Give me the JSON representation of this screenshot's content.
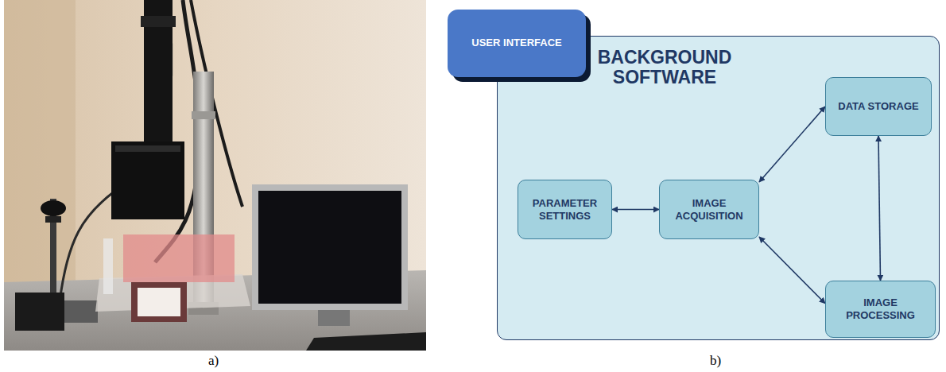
{
  "diagram": {
    "nodes": [
      {
        "text": [
          "USER INTERFACE"
        ]
      },
      {
        "text": [
          "BACKGROUND SOFTWARE"
        ]
      },
      {
        "text": [
          "DATA STORAGE"
        ],
        "in": 1
      },
      {
        "text": [
          "PARAMETER SETTINGS"
        ],
        "in": 1
      },
      {
        "text": [
          "IMAGE ACQUISITION"
        ],
        "in": 1
      },
      {
        "text": [
          "IMAGE PROCESSING"
        ],
        "in": 1
      }
    ],
    "edges": [
      {
        "from": 3,
        "to": 4,
        "arrow": "both"
      },
      {
        "from": 4,
        "to": 2,
        "arrow": "both"
      },
      {
        "from": 4,
        "to": 5,
        "arrow": "both"
      },
      {
        "from": 2,
        "to": 5,
        "arrow": "both"
      }
    ],
    "labels": [
      "a)",
      "b)"
    ]
  }
}
